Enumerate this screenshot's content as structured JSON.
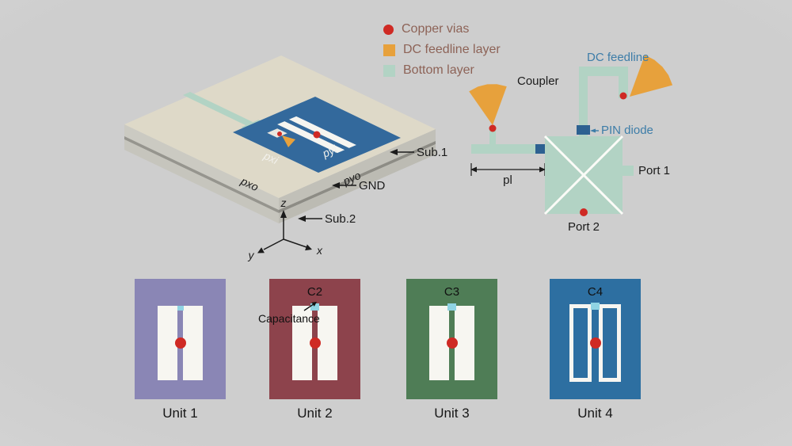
{
  "colors": {
    "via_red": "#cf2a24",
    "feedline_orange": "#e7a13c",
    "bottom_layer": "#b2d3c4",
    "pin_diode": "#2d6191",
    "capacitor": "#8fd3e3",
    "patch_blue": "#33699c"
  },
  "legend": {
    "copper_vias": "Copper vias",
    "dc_feedline_layer": "DC feedline layer",
    "bottom_layer": "Bottom layer"
  },
  "iso": {
    "pxi": "pxi",
    "pyi": "pyi",
    "pxo": "pxo",
    "pyo": "pyo",
    "sub1": "Sub.1",
    "gnd": "GND",
    "sub2": "Sub.2",
    "axis_x": "x",
    "axis_y": "y",
    "axis_z": "z"
  },
  "circuit": {
    "coupler": "Coupler",
    "dc_feedline": "DC feedline",
    "pin_diode": "PIN diode",
    "port1": "Port 1",
    "port2": "Port 2",
    "pl": "pl"
  },
  "units": [
    {
      "name": "Unit 1",
      "cap_label": "",
      "color": "#8a86b5"
    },
    {
      "name": "Unit 2",
      "cap_label": "C2",
      "color": "#8d434c",
      "annotation": "Capacitance"
    },
    {
      "name": "Unit 3",
      "cap_label": "C3",
      "color": "#4f7d56"
    },
    {
      "name": "Unit 4",
      "cap_label": "C4",
      "color": "#2d6fa1"
    }
  ]
}
